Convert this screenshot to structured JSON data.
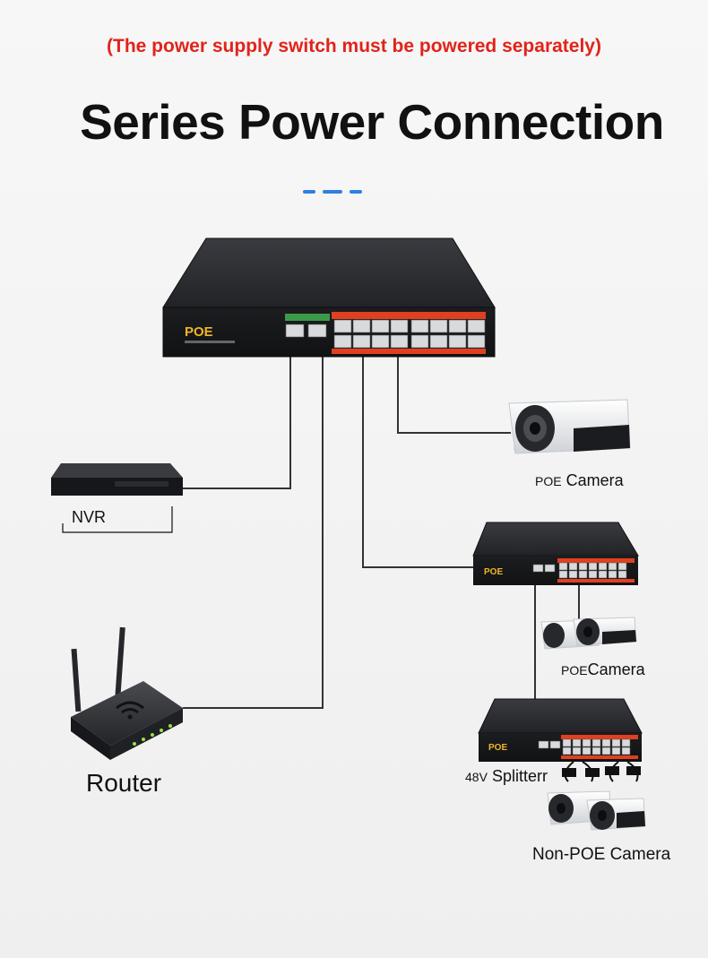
{
  "notice": "(The power supply switch must be powered separately)",
  "title": "Series Power Connection",
  "switch_brand": "POE",
  "labels": {
    "poe_camera_prefix": "POE",
    "poe_camera_word": "Camera",
    "nvr": "NVR",
    "poe_camera2_prefix": "POE",
    "poe_camera2_word": "Camera",
    "router": "Router",
    "splitter_prefix": "48V",
    "splitter_word": "Splitterr",
    "non_poe_camera": "Non-POE Camera"
  },
  "colors": {
    "notice": "#e2231a",
    "accent_dashes": "#2f7fe0",
    "switch_body": "#1b1c1f",
    "port_strip": "#e0401f",
    "cable": "#333333"
  }
}
